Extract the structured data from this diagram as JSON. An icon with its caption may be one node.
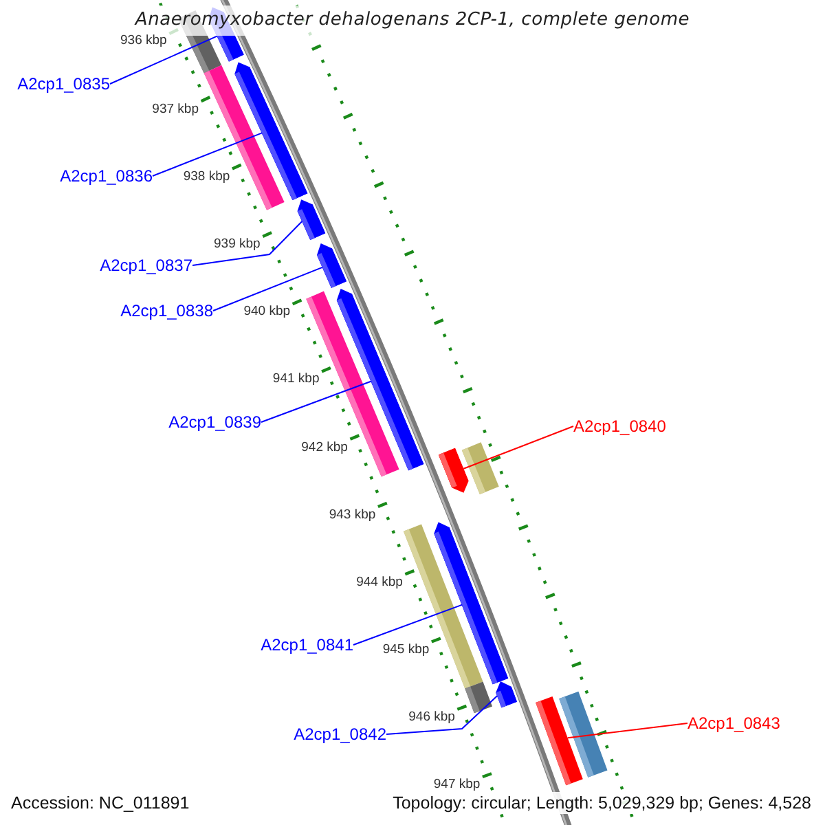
{
  "diagram": {
    "title": "Anaeromyxobacter dehalogenans 2CP-1, complete genome",
    "nodes": [
      {
        "text": [
          "A2cp1_0835"
        ]
      },
      {
        "text": [
          "A2cp1_0836"
        ]
      },
      {
        "text": [
          "A2cp1_0837"
        ]
      },
      {
        "text": [
          "A2cp1_0838"
        ]
      },
      {
        "text": [
          "A2cp1_0839"
        ]
      },
      {
        "text": [
          "A2cp1_0840"
        ]
      },
      {
        "text": [
          "A2cp1_0841"
        ]
      },
      {
        "text": [
          "A2cp1_0842"
        ]
      },
      {
        "text": [
          "A2cp1_0843"
        ]
      },
      {
        "text": [],
        "shape": "bar"
      },
      {
        "text": [],
        "shape": "pentagon"
      },
      {
        "text": [],
        "shape": "bar"
      },
      {
        "text": [],
        "shape": "pentagon"
      },
      {
        "text": [],
        "shape": "pentagon"
      },
      {
        "text": [],
        "shape": "pentagon"
      },
      {
        "text": [],
        "shape": "bar"
      },
      {
        "text": [],
        "shape": "pentagon"
      },
      {
        "text": [],
        "shape": "pentagon"
      },
      {
        "text": [],
        "shape": "bar"
      },
      {
        "text": [],
        "shape": "bar"
      },
      {
        "text": [],
        "shape": "pentagon"
      },
      {
        "text": [],
        "shape": "bar"
      },
      {
        "text": [],
        "shape": "pentagon"
      },
      {
        "text": [],
        "shape": "bar"
      },
      {
        "text": [],
        "shape": "bar"
      }
    ],
    "edges": [
      {
        "from": 0,
        "to": 10,
        "arrow": "none"
      },
      {
        "from": 1,
        "to": 12,
        "arrow": "none"
      },
      {
        "from": 2,
        "to": 13,
        "arrow": "none"
      },
      {
        "from": 3,
        "to": 14,
        "arrow": "none"
      },
      {
        "from": 4,
        "to": 16,
        "arrow": "none"
      },
      {
        "from": 5,
        "to": 17,
        "arrow": "none",
        "color": "#ff0000"
      },
      {
        "from": 6,
        "to": 20,
        "arrow": "none"
      },
      {
        "from": 7,
        "to": 22,
        "arrow": "none"
      },
      {
        "from": 8,
        "to": 23,
        "arrow": "none",
        "color": "#ff0000"
      }
    ],
    "labels": [
      "936 kbp",
      "937 kbp",
      "938 kbp",
      "939 kbp",
      "940 kbp",
      "941 kbp",
      "942 kbp",
      "943 kbp",
      "944 kbp",
      "945 kbp",
      "946 kbp",
      "947 kbp",
      "Accession: NC_011891",
      "Topology: circular; Length: 5,029,329 bp; Genes: 4,528"
    ]
  }
}
